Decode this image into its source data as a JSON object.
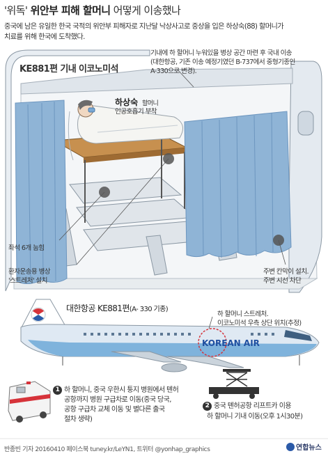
{
  "header": {
    "title_quote": "'위독'",
    "title_main": "위안부 피해 할머니",
    "title_rest": "어떻게 이송했나"
  },
  "intro": {
    "line1": "중국에 남은 유일한 한국 국적의 위안부 피해자로 지난달 낙상사고로 중상을 입은 하상숙(88) 할머니가",
    "line2": "치료를 위해 한국에 도착했다."
  },
  "cabin": {
    "title": "KE881편 기내 이코노미석",
    "note": [
      "기내에 하 할머니 누워있을 병상 공간 마련 후 국내 이송",
      "(대한항공, 기존 이송 예정기였던 B-737에서 중형기종인",
      "A-330으로 변경)."
    ],
    "patient_name": "하상숙",
    "patient_note": "할머니",
    "patient_note2": "인공호흡기 부착",
    "seats_label": "좌석 6개 눕힘",
    "stretcher_label": [
      "환자운송용 병상",
      "'스트레처' 설치"
    ],
    "curtain_label": [
      "주변 칸막이 설치.",
      "주변 시선 차단"
    ]
  },
  "plane": {
    "title": "대한항공 KE881편",
    "subtitle": "(A- 330 기종)",
    "livery": "KOREAN AIR",
    "position_note": [
      "하 할머니 스트레처.",
      "이코노미석 우측 상단 위치(추정)"
    ]
  },
  "steps": [
    {
      "num": "1",
      "lines": [
        "하 할머니, 중국 우한시 퉁지 병원에서 톈허",
        "공항까지 병원 구급차로 이동(중국 당국,",
        "공항 구급차 교체 이동 및 별다른 출국",
        "절차 생략)"
      ]
    },
    {
      "num": "2",
      "lines": [
        "중국 톈허공항 리프트카 이용",
        "하 할머니 기내 이동(오후 1시30분)"
      ]
    }
  ],
  "footer": {
    "credit": "반종빈 기자 20160410  페이스북 tuney.kr/LeYN1, 트위터 @yonhap_graphics",
    "logo": "연합뉴스"
  },
  "colors": {
    "curtain": "#8fb4d6",
    "curtain_dark": "#6d96bf",
    "stretcher": "#c7904f",
    "fuselage": "#dfe9f3",
    "plane_blue": "#7fb3dc",
    "korean_air_blue": "#1f4fa0"
  }
}
